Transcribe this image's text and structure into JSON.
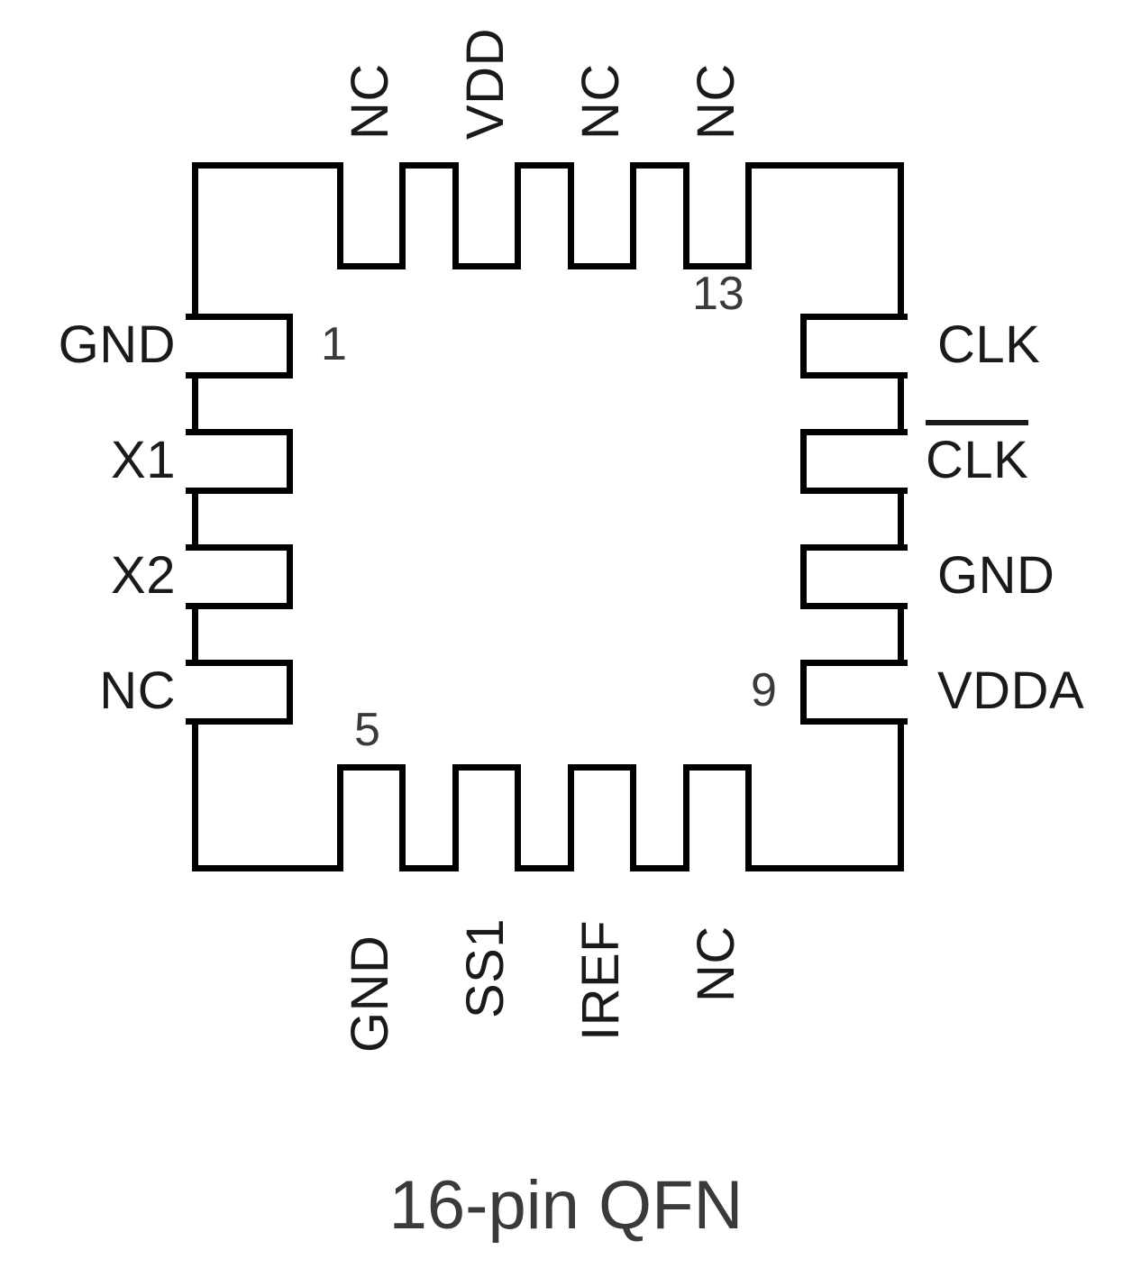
{
  "diagram": {
    "caption": "16-pin QFN",
    "package_outline_color": "#000000",
    "text_color": "#1a1a1a"
  },
  "pins": {
    "top": [
      {
        "label": "NC",
        "number": ""
      },
      {
        "label": "VDD",
        "number": ""
      },
      {
        "label": "NC",
        "number": ""
      },
      {
        "label": "NC",
        "number": "13"
      }
    ],
    "left": [
      {
        "label": "GND",
        "number": "1"
      },
      {
        "label": "X1",
        "number": ""
      },
      {
        "label": "X2",
        "number": ""
      },
      {
        "label": "NC",
        "number": ""
      }
    ],
    "bottom": [
      {
        "label": "GND",
        "number": "5"
      },
      {
        "label": "SS1",
        "number": ""
      },
      {
        "label": "IREF",
        "number": ""
      },
      {
        "label": "NC",
        "number": ""
      }
    ],
    "right": [
      {
        "label": "CLK",
        "number": "",
        "overbar": false
      },
      {
        "label": "CLK",
        "number": "",
        "overbar": true
      },
      {
        "label": "GND",
        "number": ""
      },
      {
        "label": "VDDA",
        "number": "9"
      }
    ]
  },
  "pin_numbers": {
    "pin1": "1",
    "pin5": "5",
    "pin9": "9",
    "pin13": "13"
  },
  "labels": {
    "top_1": "NC",
    "top_2": "VDD",
    "top_3": "NC",
    "top_4": "NC",
    "left_1": "GND",
    "left_2": "X1",
    "left_3": "X2",
    "left_4": "NC",
    "bottom_1": "GND",
    "bottom_2": "SS1",
    "bottom_3": "IREF",
    "bottom_4": "NC",
    "right_1": "CLK",
    "right_2": "CLK",
    "right_3": "GND",
    "right_4": "VDDA"
  }
}
